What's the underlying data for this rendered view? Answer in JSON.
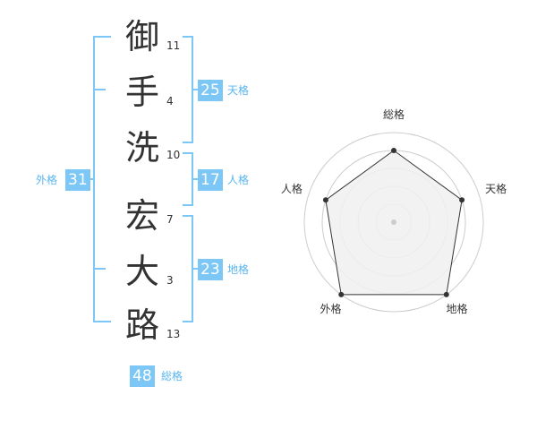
{
  "name": {
    "chars": [
      {
        "kanji": "御",
        "strokes": "11"
      },
      {
        "kanji": "手",
        "strokes": "4"
      },
      {
        "kanji": "洗",
        "strokes": "10"
      },
      {
        "kanji": "宏",
        "strokes": "7"
      },
      {
        "kanji": "大",
        "strokes": "3"
      },
      {
        "kanji": "路",
        "strokes": "13"
      }
    ]
  },
  "kaku": {
    "tenkaku": {
      "value": "25",
      "label": "天格"
    },
    "jinkaku": {
      "value": "17",
      "label": "人格"
    },
    "chikaku": {
      "value": "23",
      "label": "地格"
    },
    "gaikaku": {
      "value": "31",
      "label": "外格"
    },
    "soukaku": {
      "value": "48",
      "label": "総格"
    }
  },
  "chart_data": {
    "type": "radar",
    "axes": [
      "総格",
      "天格",
      "地格",
      "外格",
      "人格"
    ],
    "values": [
      4,
      4,
      5,
      5,
      4
    ],
    "rmax": 5,
    "rings": 5,
    "colors": {
      "line": "#333333",
      "fill": "#f0f0f0",
      "ring": "#cccccc",
      "point": "#333333",
      "center": "#cccccc"
    }
  }
}
